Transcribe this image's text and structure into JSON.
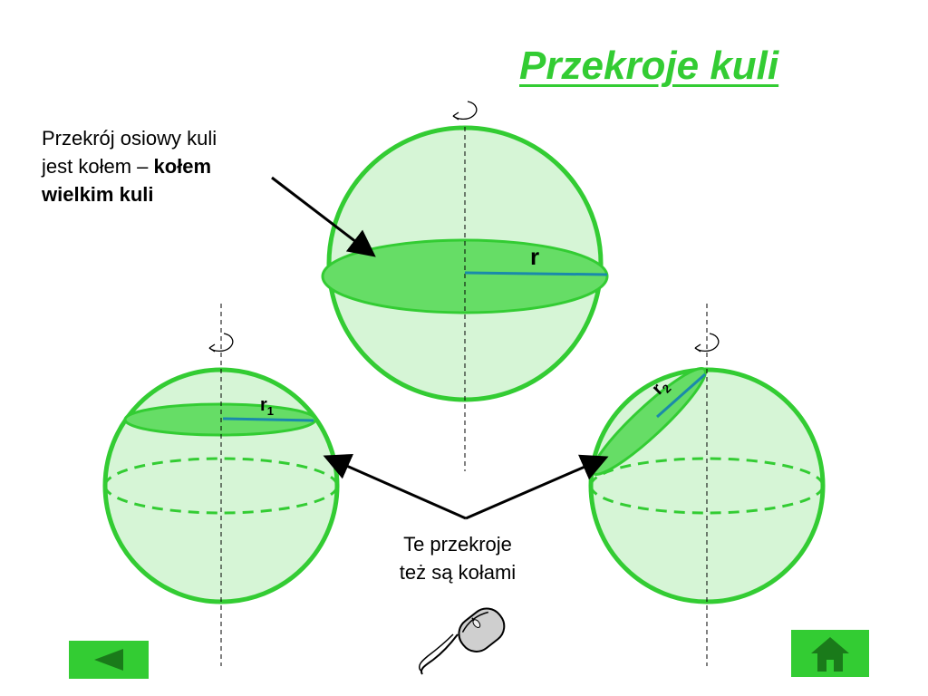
{
  "title": "Przekroje kuli",
  "description": {
    "line1": "Przekrój osiowy kuli",
    "line2": "jest kołem – ",
    "bold1": "kołem",
    "bold2": "wielkim kuli"
  },
  "note": {
    "line1": "Te przekroje",
    "line2": "też są kołami"
  },
  "labels": {
    "r": "r",
    "r1": "r",
    "r1_sub": "1",
    "r2": "r",
    "r2_sub": "2"
  },
  "icons": {
    "rotation": "rotation-arrow-icon",
    "mouse": "mouse-icon",
    "prev": "triangle-left-icon",
    "home": "house-icon"
  },
  "colors": {
    "accent": "#33cc33",
    "sphere_fill": "#d6f5d6",
    "section_fill": "#66dd66",
    "radius": "#1a8aaa"
  }
}
